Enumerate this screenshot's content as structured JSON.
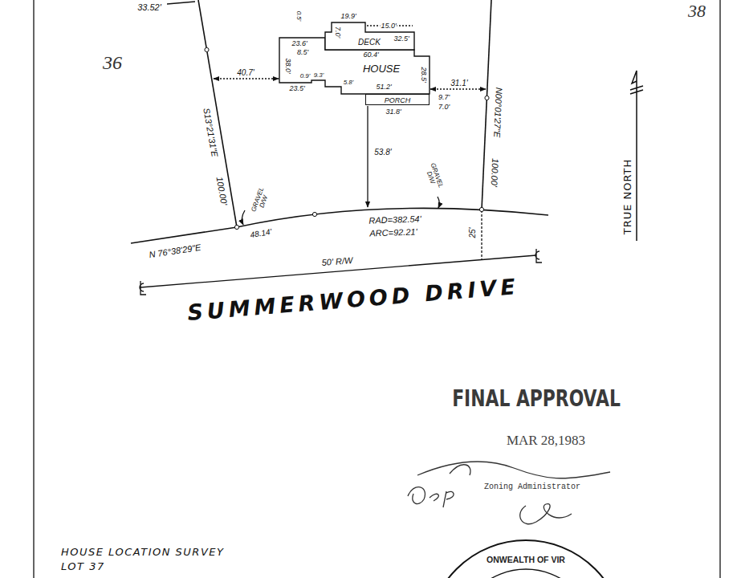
{
  "diagram": {
    "nodes": [
      {
        "text": [
          "HOUSE"
        ]
      },
      {
        "text": [
          "DECK"
        ]
      },
      {
        "text": [
          "PORCH"
        ]
      }
    ],
    "labels": [
      "33.52'",
      "0.5'",
      "19.9'",
      "15.0'",
      "7.0'",
      "23.6'",
      "8.5'",
      "32.5'",
      "60.4'",
      "38.0'",
      "28.5'",
      "0.9'",
      "9.3'",
      "5.8'",
      "23.5'",
      "51.2'",
      "9.7'",
      "7.0'",
      "31.8'",
      "40.7'",
      "31.1'",
      "53.8'",
      "36",
      "38",
      "S13°21'31\"E",
      "100.00'",
      "N00°01'27\"E",
      "100.00'",
      "GRAVEL D/W",
      "GRAVEL D/W",
      "48.14'",
      "RAD=382.54'",
      "ARC=92.21'",
      "25'",
      "N 76°38'29\"E",
      "50' R/W",
      "SUMMERWOOD DRIVE",
      "TRUE NORTH",
      "FINAL APPROVAL",
      "MAR 28,1983",
      "Zoning Administrator",
      "ONWEALTH OF VIR",
      "HOUSE LOCATION SURVEY",
      "LOT 37"
    ]
  }
}
